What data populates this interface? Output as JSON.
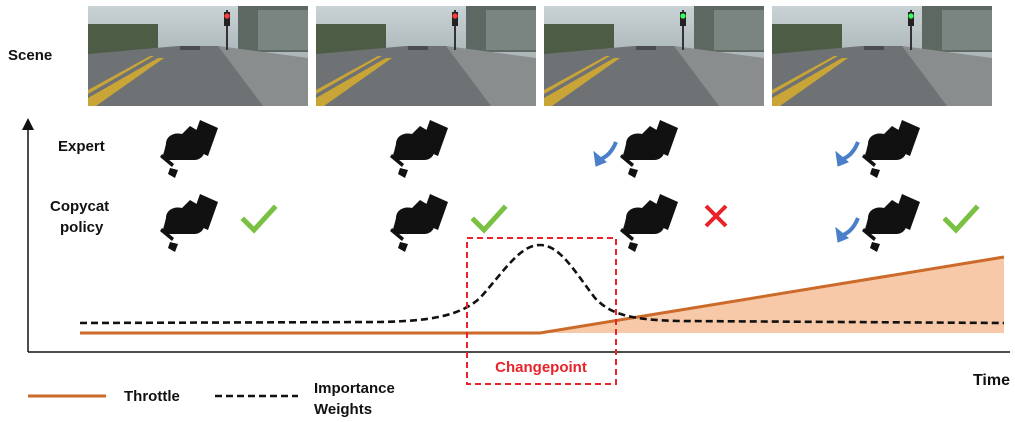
{
  "row_labels": {
    "scene": "Scene",
    "expert": "Expert",
    "copycat_line1": "Copycat",
    "copycat_line2": "policy"
  },
  "axis": {
    "x_label": "Time"
  },
  "annotation": {
    "changepoint": "Changepoint"
  },
  "legend": {
    "throttle": "Throttle",
    "importance_line1": "Importance",
    "importance_line2": "Weights"
  },
  "scenes": [
    {
      "traffic_light": "red"
    },
    {
      "traffic_light": "red"
    },
    {
      "traffic_light": "green"
    },
    {
      "traffic_light": "green"
    }
  ],
  "expert_actions": [
    {
      "pedal": "brake",
      "release_arrow": false
    },
    {
      "pedal": "brake",
      "release_arrow": false
    },
    {
      "pedal": "brake",
      "release_arrow": true
    },
    {
      "pedal": "brake",
      "release_arrow": true
    }
  ],
  "copycat_actions": [
    {
      "pedal": "brake",
      "release_arrow": false,
      "verdict": "correct"
    },
    {
      "pedal": "brake",
      "release_arrow": false,
      "verdict": "correct"
    },
    {
      "pedal": "brake",
      "release_arrow": false,
      "verdict": "wrong"
    },
    {
      "pedal": "brake",
      "release_arrow": true,
      "verdict": "correct"
    }
  ],
  "colors": {
    "throttle": "#cc6a2a",
    "throttle_fill": "#f7c9a8",
    "importance": "#111111",
    "changepoint": "#e8242a",
    "check": "#7ac143",
    "cross": "#e8242a",
    "release_arrow": "#4a7fc9",
    "light_red": "#ff3b3b",
    "light_green": "#39ff5a"
  },
  "icons": {
    "pedal": "foot-on-pedal-icon",
    "release": "curved-arrow-icon",
    "correct": "checkmark-icon",
    "wrong": "cross-icon"
  }
}
